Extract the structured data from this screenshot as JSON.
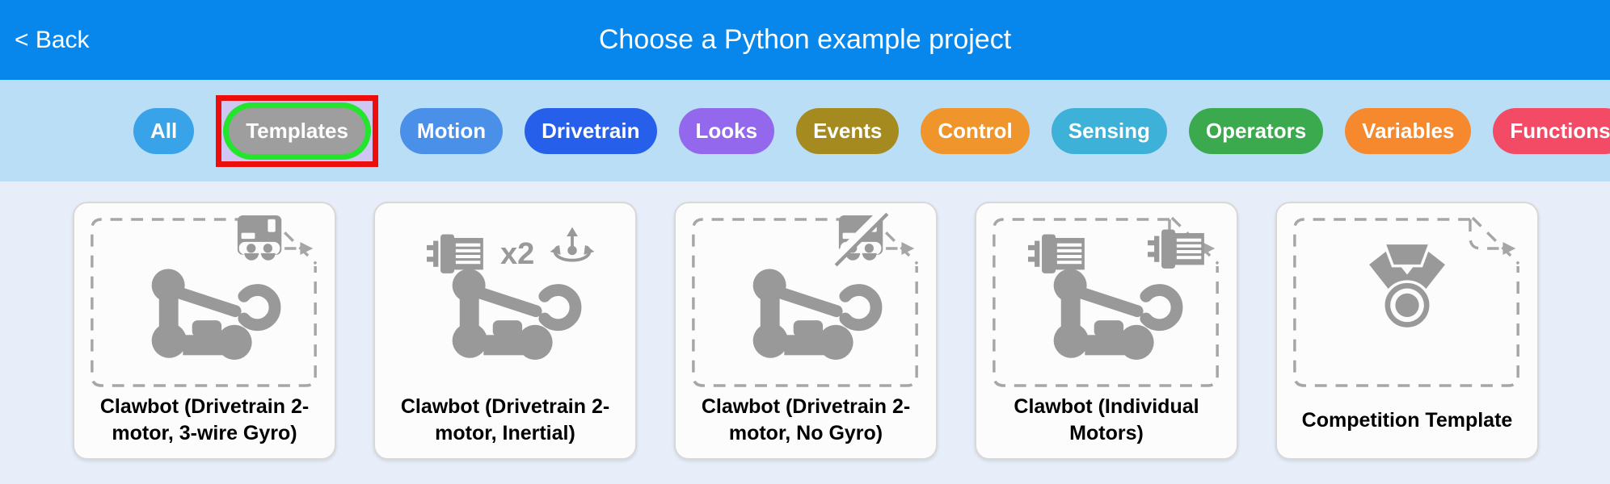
{
  "header": {
    "back_label": "< Back",
    "title": "Choose a Python example project"
  },
  "filters": [
    {
      "label": "All",
      "color": "#38a3e8",
      "highlighted": false
    },
    {
      "label": "Templates",
      "color": "#9e9e9e",
      "highlighted": true
    },
    {
      "label": "Motion",
      "color": "#4a90e8",
      "highlighted": false
    },
    {
      "label": "Drivetrain",
      "color": "#2660ea",
      "highlighted": false
    },
    {
      "label": "Looks",
      "color": "#9468ec",
      "highlighted": false
    },
    {
      "label": "Events",
      "color": "#a58a20",
      "highlighted": false
    },
    {
      "label": "Control",
      "color": "#f0952b",
      "highlighted": false
    },
    {
      "label": "Sensing",
      "color": "#3eb1d8",
      "highlighted": false
    },
    {
      "label": "Operators",
      "color": "#3baa4e",
      "highlighted": false
    },
    {
      "label": "Variables",
      "color": "#f6882d",
      "highlighted": false
    },
    {
      "label": "Functions",
      "color": "#f34b66",
      "highlighted": false
    }
  ],
  "highlight": {
    "box_color": "#ee0d0d",
    "fill_color": "#cfc6f3",
    "ring_color": "#25e42e"
  },
  "icon_labels": {
    "motor-x2": "x2"
  },
  "cards": [
    {
      "label": "Clawbot (Drivetrain 2-motor, 3-wire Gyro)",
      "template_frame": true,
      "icons": [
        "gyro-3wire",
        "clawbot"
      ]
    },
    {
      "label": "Clawbot (Drivetrain 2-motor, Inertial)",
      "template_frame": false,
      "icons": [
        "motor-x2",
        "inertial",
        "clawbot"
      ]
    },
    {
      "label": "Clawbot (Drivetrain 2-motor, No Gyro)",
      "template_frame": true,
      "icons": [
        "no-gyro",
        "clawbot"
      ]
    },
    {
      "label": "Clawbot (Individual Motors)",
      "template_frame": true,
      "icons": [
        "motor",
        "motor",
        "clawbot"
      ]
    },
    {
      "label": "Competition Template",
      "template_frame": true,
      "icons": [
        "medal"
      ]
    }
  ]
}
